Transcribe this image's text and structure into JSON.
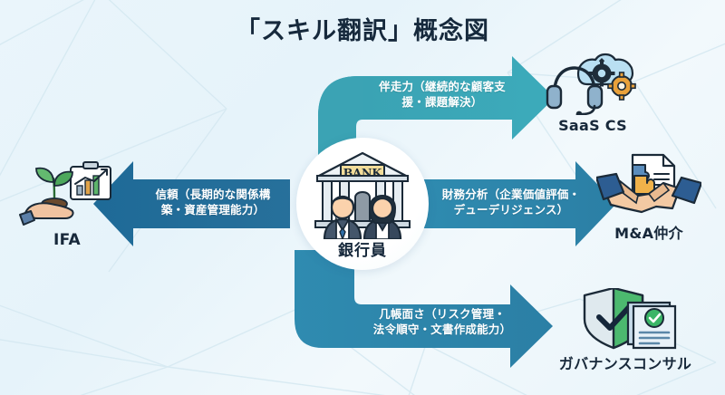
{
  "page": {
    "title": "「スキル翻訳」概念図",
    "background_color": "#e8f3fa"
  },
  "colors": {
    "title_text": "#16293c",
    "arrow_teal": "#3ba3b4",
    "arrow_blue_dark": "#1f6f9e",
    "arrow_blue_mid": "#2a82ab",
    "label_text": "#ffffff",
    "node_text": "#17283a",
    "network_line": "#d2e6f0"
  },
  "center_node": {
    "label": "銀行員",
    "icon": "bank-building-with-bankers-icon",
    "bank_sign_text": "BANK"
  },
  "nodes": [
    {
      "id": "ifa",
      "label": "IFA",
      "icon": "hand-holding-sprout-with-growth-chart-icon"
    },
    {
      "id": "saas-cs",
      "label": "SaaS CS",
      "icon": "headset-cloud-gears-icon"
    },
    {
      "id": "ma",
      "label": "M&A仲介",
      "icon": "handshake-document-puzzle-icon"
    },
    {
      "id": "governance",
      "label": "ガバナンスコンサル",
      "icon": "shield-check-document-icon"
    }
  ],
  "arrows": [
    {
      "id": "to-saas-cs",
      "label": "伴走力（継続的な顧客支\n援・課題解決）",
      "direction": "center-to-saas-cs",
      "color": "#3ba3b4"
    },
    {
      "id": "to-ma",
      "label": "財務分析（企業価値評価・\nデューデリジェンス）",
      "direction": "center-to-ma",
      "color": "#2a82ab"
    },
    {
      "id": "to-ifa",
      "label": "信頼（長期的な関係構\n築・資産管理能力）",
      "direction": "center-to-ifa",
      "color": "#1f6f9e"
    },
    {
      "id": "to-governance",
      "label": "几帳面さ（リスク管理・\n法令順守・文書作成能力）",
      "direction": "center-to-governance",
      "color": "#2a82ab"
    }
  ]
}
